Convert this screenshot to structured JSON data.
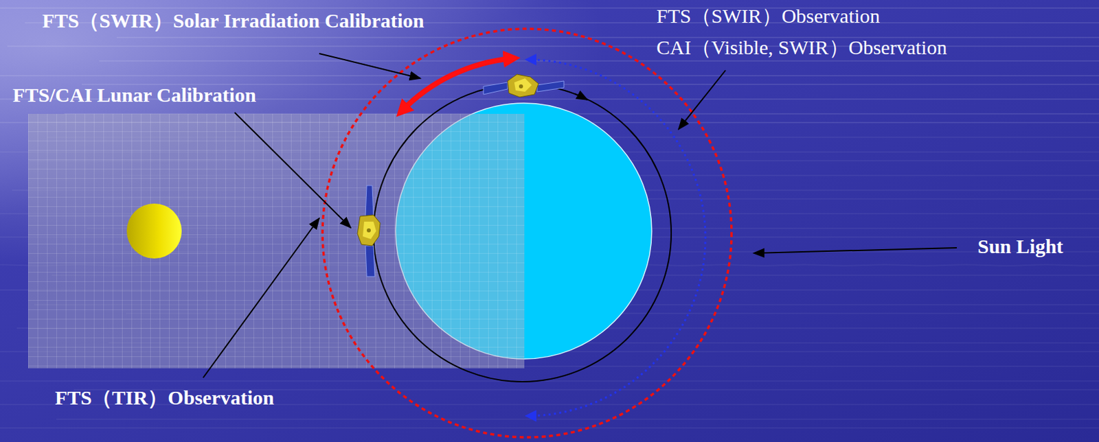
{
  "diagram": {
    "labels": [
      "FTS（SWIR）Solar Irradiation Calibration",
      "FTS（SWIR）Observation",
      "CAI（Visible, SWIR）Observation",
      "FTS/CAI Lunar Calibration",
      "FTS（TIR）Observation",
      "Sun Light"
    ]
  }
}
